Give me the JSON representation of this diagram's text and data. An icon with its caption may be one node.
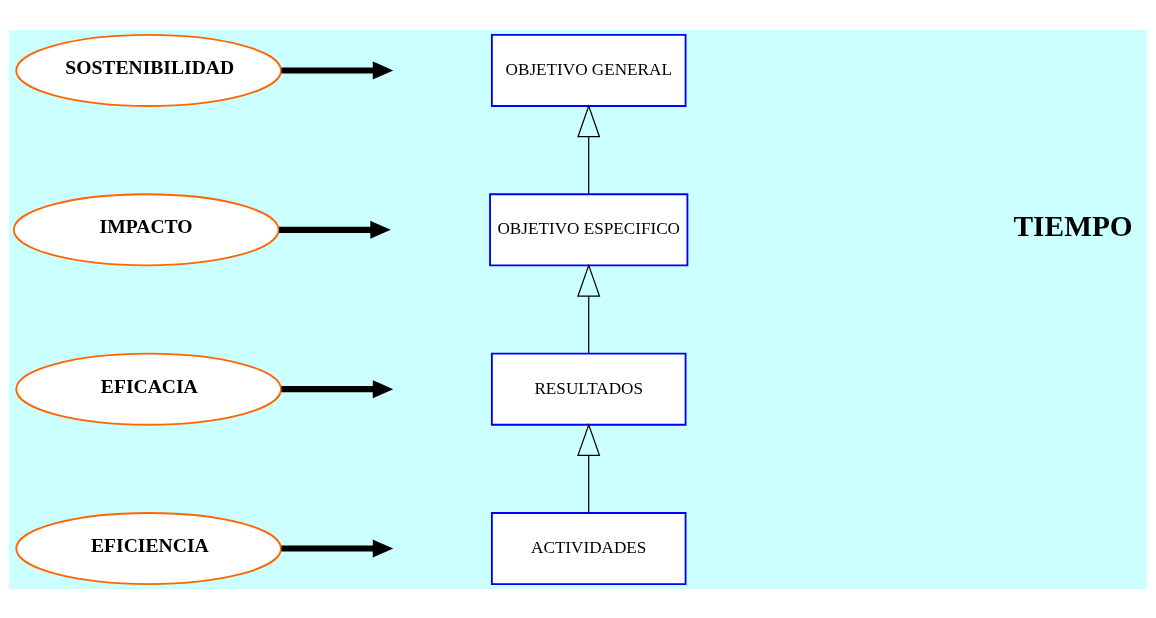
{
  "diagram": {
    "nodes": [
      {
        "text": [
          "SOSTENIBILIDAD"
        ]
      },
      {
        "text": [
          "OBJETIVO GENERAL"
        ]
      },
      {
        "text": [
          "IMPACTO"
        ]
      },
      {
        "text": [
          "OBJETIVO ESPECIFICO"
        ]
      },
      {
        "text": [
          "EFICACIA"
        ]
      },
      {
        "text": [
          "RESULTADOS"
        ]
      },
      {
        "text": [
          "EFICIENCIA"
        ]
      },
      {
        "text": [
          "ACTIVIDADES"
        ]
      }
    ],
    "edges": [
      {
        "from": 0,
        "to": null,
        "arrow": "to"
      },
      {
        "from": 2,
        "to": null,
        "arrow": "to"
      },
      {
        "from": 4,
        "to": null,
        "arrow": "to"
      },
      {
        "from": 6,
        "to": null,
        "arrow": "to"
      },
      {
        "from": 7,
        "to": 5,
        "arrow": "to"
      },
      {
        "from": 5,
        "to": 3,
        "arrow": "to"
      },
      {
        "from": 3,
        "to": 1,
        "arrow": "to"
      }
    ],
    "labels": [
      "TIEMPO"
    ]
  }
}
